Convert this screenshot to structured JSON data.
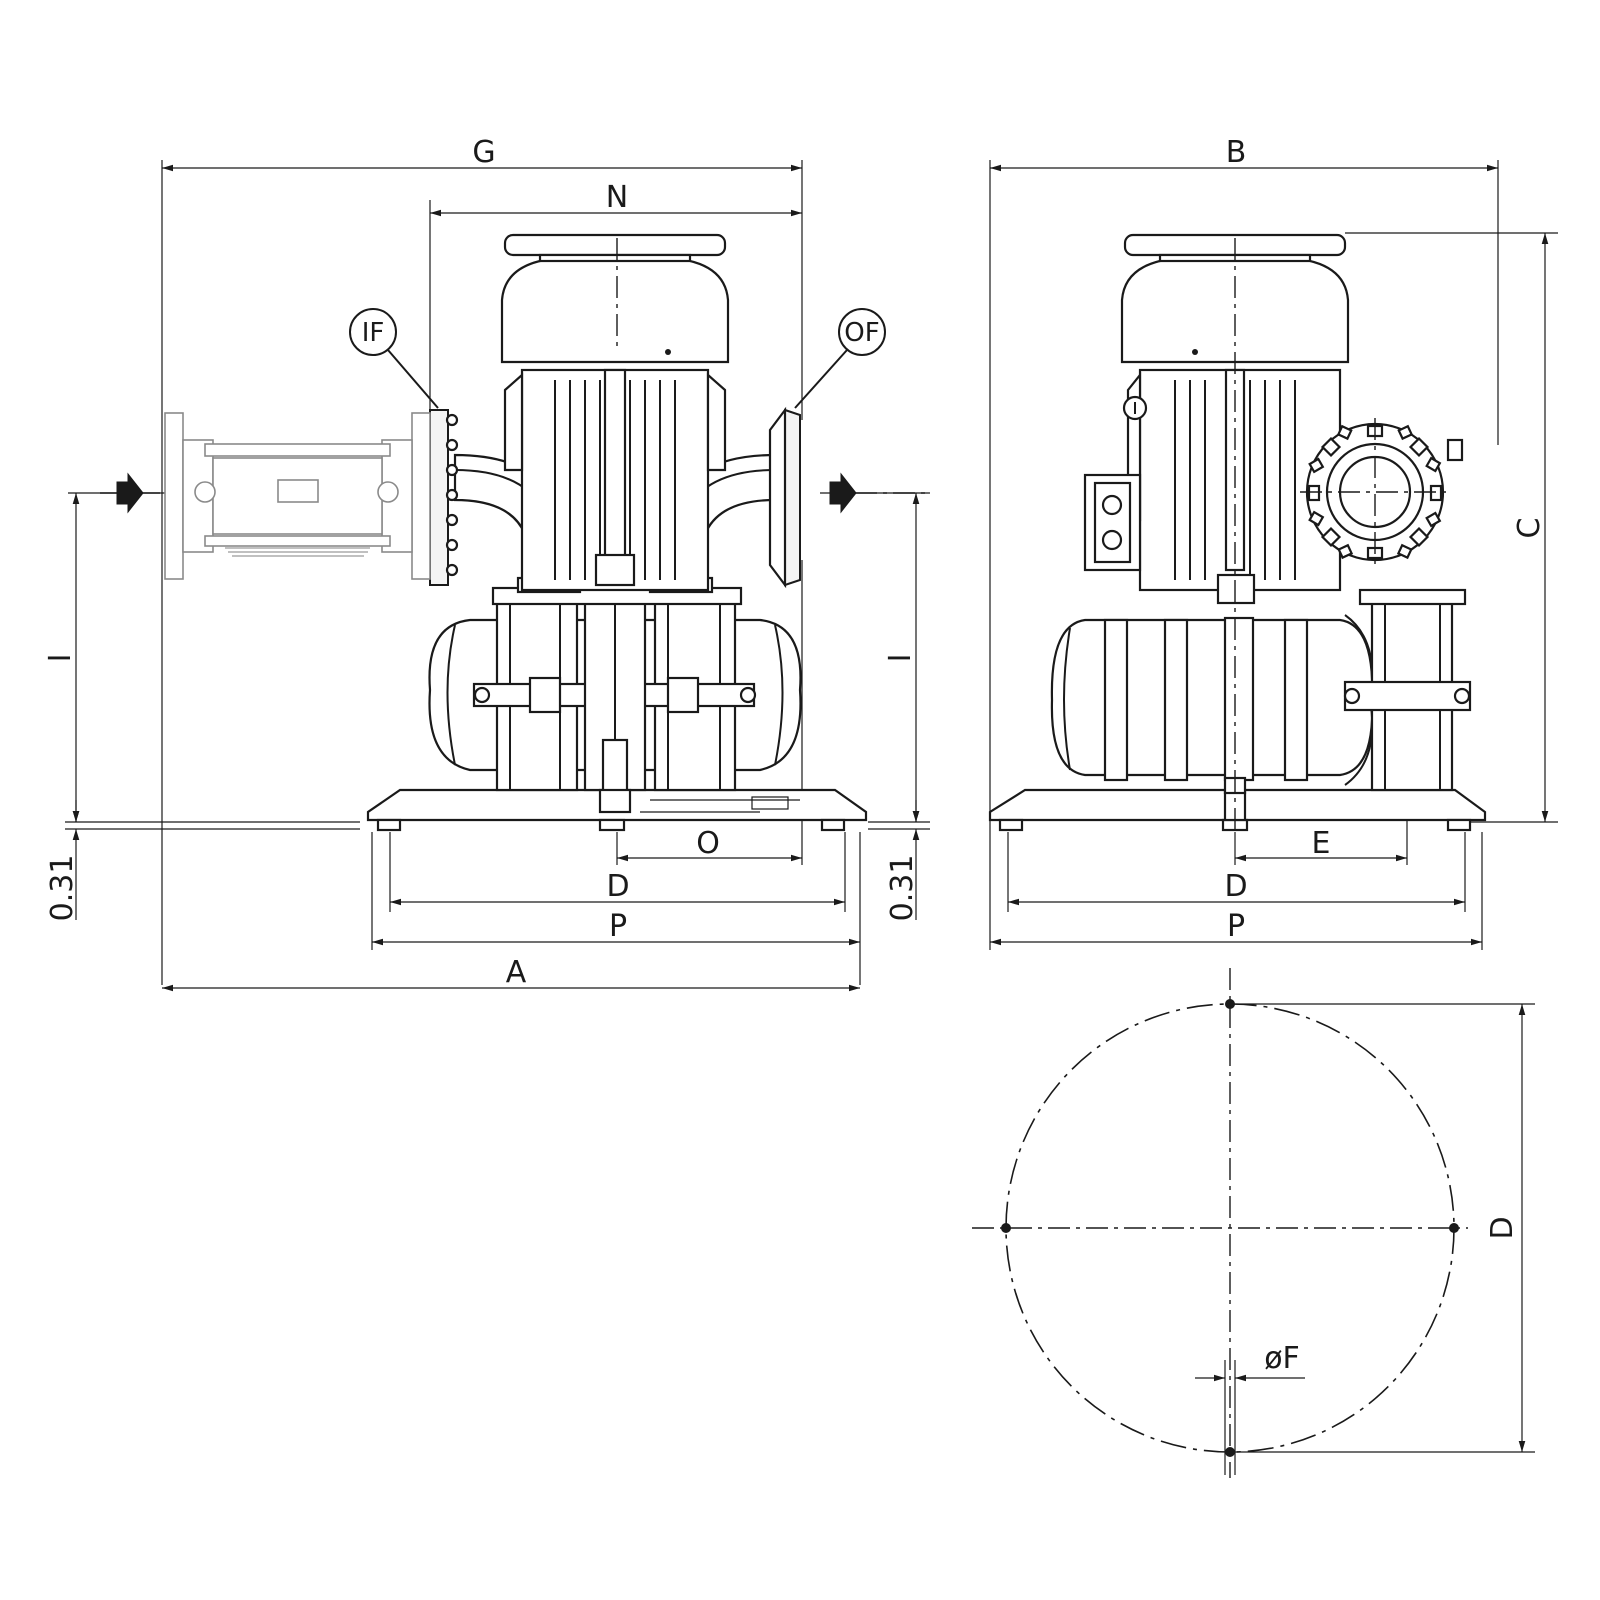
{
  "dimensions": {
    "G": "G",
    "N": "N",
    "B": "B",
    "C": "C",
    "I_left": "I",
    "I_right": "I",
    "offset_left": "0.31",
    "offset_right": "0.31",
    "O": "O",
    "D_front": "D",
    "P_front": "P",
    "A": "A",
    "E": "E",
    "D_side": "D",
    "P_side": "P",
    "D_plan": "D",
    "F": "øF"
  },
  "callouts": {
    "inlet_flange": "IF",
    "outlet_flange": "OF"
  }
}
